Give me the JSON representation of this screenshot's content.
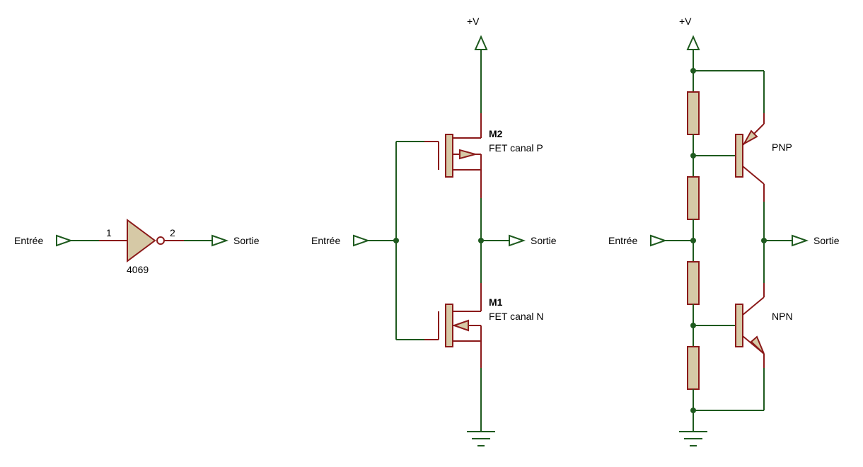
{
  "colors": {
    "wire": "#1e5a1e",
    "component_outline": "#8b1a1a",
    "component_fill": "#d6c9a6"
  },
  "inverter": {
    "input_label": "Entrée",
    "output_label": "Sortie",
    "pin1": "1",
    "pin2": "2",
    "part": "4069"
  },
  "mosfet_circuit": {
    "supply": "+V",
    "input_label": "Entrée",
    "output_label": "Sortie",
    "m2_name": "M2",
    "m2_desc": "FET canal P",
    "m1_name": "M1",
    "m1_desc": "FET canal N"
  },
  "bjt_circuit": {
    "supply": "+V",
    "input_label": "Entrée",
    "output_label": "Sortie",
    "pnp_label": "PNP",
    "npn_label": "NPN"
  }
}
